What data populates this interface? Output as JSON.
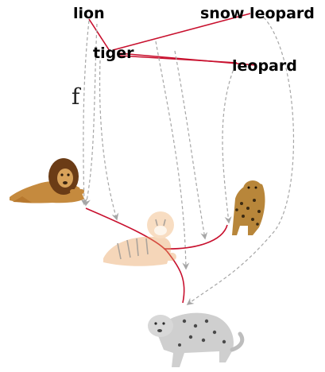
{
  "labels": {
    "lion": "lion",
    "tiger": "tiger",
    "snow_leopard": "snow leopard",
    "leopard": "leopard",
    "f": "f"
  },
  "colors": {
    "tree_edges": "#c8102e",
    "mapping_arrows": "#a6a6a6",
    "lion_fur": "#c58a3e",
    "lion_mane": "#6b3c16",
    "tiger_fur": "#e8a05a",
    "leopard_fur": "#b8863a",
    "snow_leopard_fur": "#cfcfcf"
  },
  "images": {
    "lion": "lion-photo",
    "tiger": "tiger-photo-faded",
    "leopard": "leopard-photo",
    "snow_leopard": "snow-leopard-photo"
  },
  "edges": {
    "word_tree": [
      [
        "lion",
        "tiger"
      ],
      [
        "tiger",
        "snow leopard"
      ],
      [
        "tiger",
        "leopard"
      ]
    ],
    "image_tree": [
      [
        "lion",
        "tiger"
      ],
      [
        "leopard",
        "tiger"
      ],
      [
        "tiger",
        "snow leopard"
      ]
    ]
  }
}
